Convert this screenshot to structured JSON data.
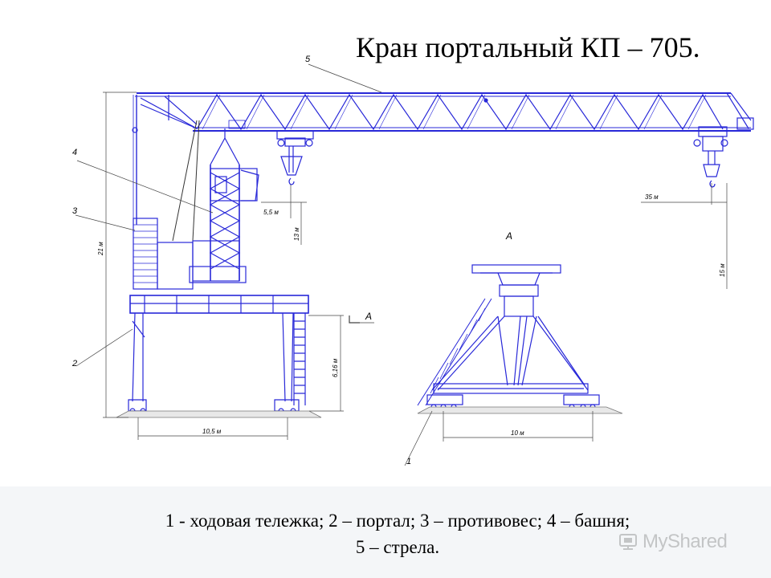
{
  "title": "Кран портальный КП – 705.",
  "callouts": {
    "c1": "1",
    "c2": "2",
    "c3": "3",
    "c4": "4",
    "c5": "5"
  },
  "dimensions": {
    "height_21": "21 м",
    "portal_6_16": "6,16 м",
    "width_10_5": "10,5 м",
    "reach_5_5": "5,5 м",
    "hook_13": "13 м",
    "reach_35": "35 м",
    "hook_15": "15 м",
    "width_10": "10 м"
  },
  "section_labels": {
    "section_a_arrow": "A",
    "section_a_view": "A"
  },
  "caption": {
    "line1": "1 - ходовая тележка; 2 – портал; 3 – противовес; 4 – башня;",
    "line2": "5 – стрела."
  },
  "watermark": "MyShared",
  "colors": {
    "drawing_blue": "#2828d8",
    "dimension_line": "#444444",
    "ground_fill": "#e8e8e8"
  }
}
